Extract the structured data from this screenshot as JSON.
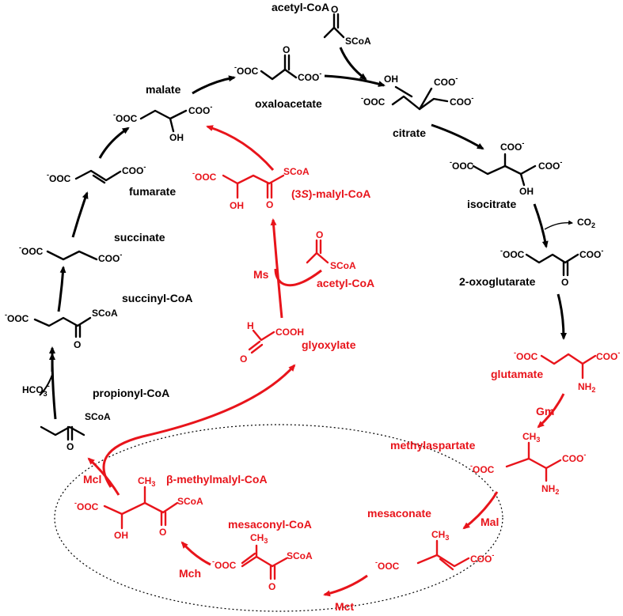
{
  "metabolites": {
    "acetyl_coa_top": "acetyl-CoA",
    "oxaloacetate": "oxaloacetate",
    "citrate": "citrate",
    "isocitrate": "isocitrate",
    "co2": "CO",
    "co2_sub": "2",
    "oxoglutarate": "2-oxoglutarate",
    "glutamate": "glutamate",
    "methylaspartate": "methylaspartate",
    "mesaconate": "mesaconate",
    "mesaconyl_coa": "mesaconyl-CoA",
    "methylmalyl_coa": "β-methylmalyl-CoA",
    "propionyl_coa": "propionyl-CoA",
    "hco3": "HCO",
    "hco3_sub": "3",
    "hco3_sup": "-",
    "succinyl_coa": "succinyl-CoA",
    "succinate": "succinate",
    "fumarate": "fumarate",
    "malate": "malate",
    "glyoxylate": "glyoxylate",
    "malyl_coa_prefix": "(3",
    "malyl_coa_s": "S",
    "malyl_coa_suffix": ")-malyl-CoA",
    "acetyl_coa_mid": "acetyl-CoA"
  },
  "enzymes": {
    "ms": "Ms",
    "gm": "Gm",
    "mal": "Mal",
    "mct": "Mct",
    "mch": "Mch",
    "mcl": "Mcl"
  },
  "groups": {
    "scoa": "SCoA",
    "ooc": "OOC",
    "coo": "COO",
    "minus": "-",
    "oh": "OH",
    "o": "O",
    "nh2": "NH",
    "nh2_sub": "2",
    "ch3": "CH",
    "ch3_sub": "3",
    "h": "H",
    "cooh": "COOH"
  },
  "colors": {
    "tca_path": "#000000",
    "ethylmalonyl_path": "#e8141b"
  }
}
